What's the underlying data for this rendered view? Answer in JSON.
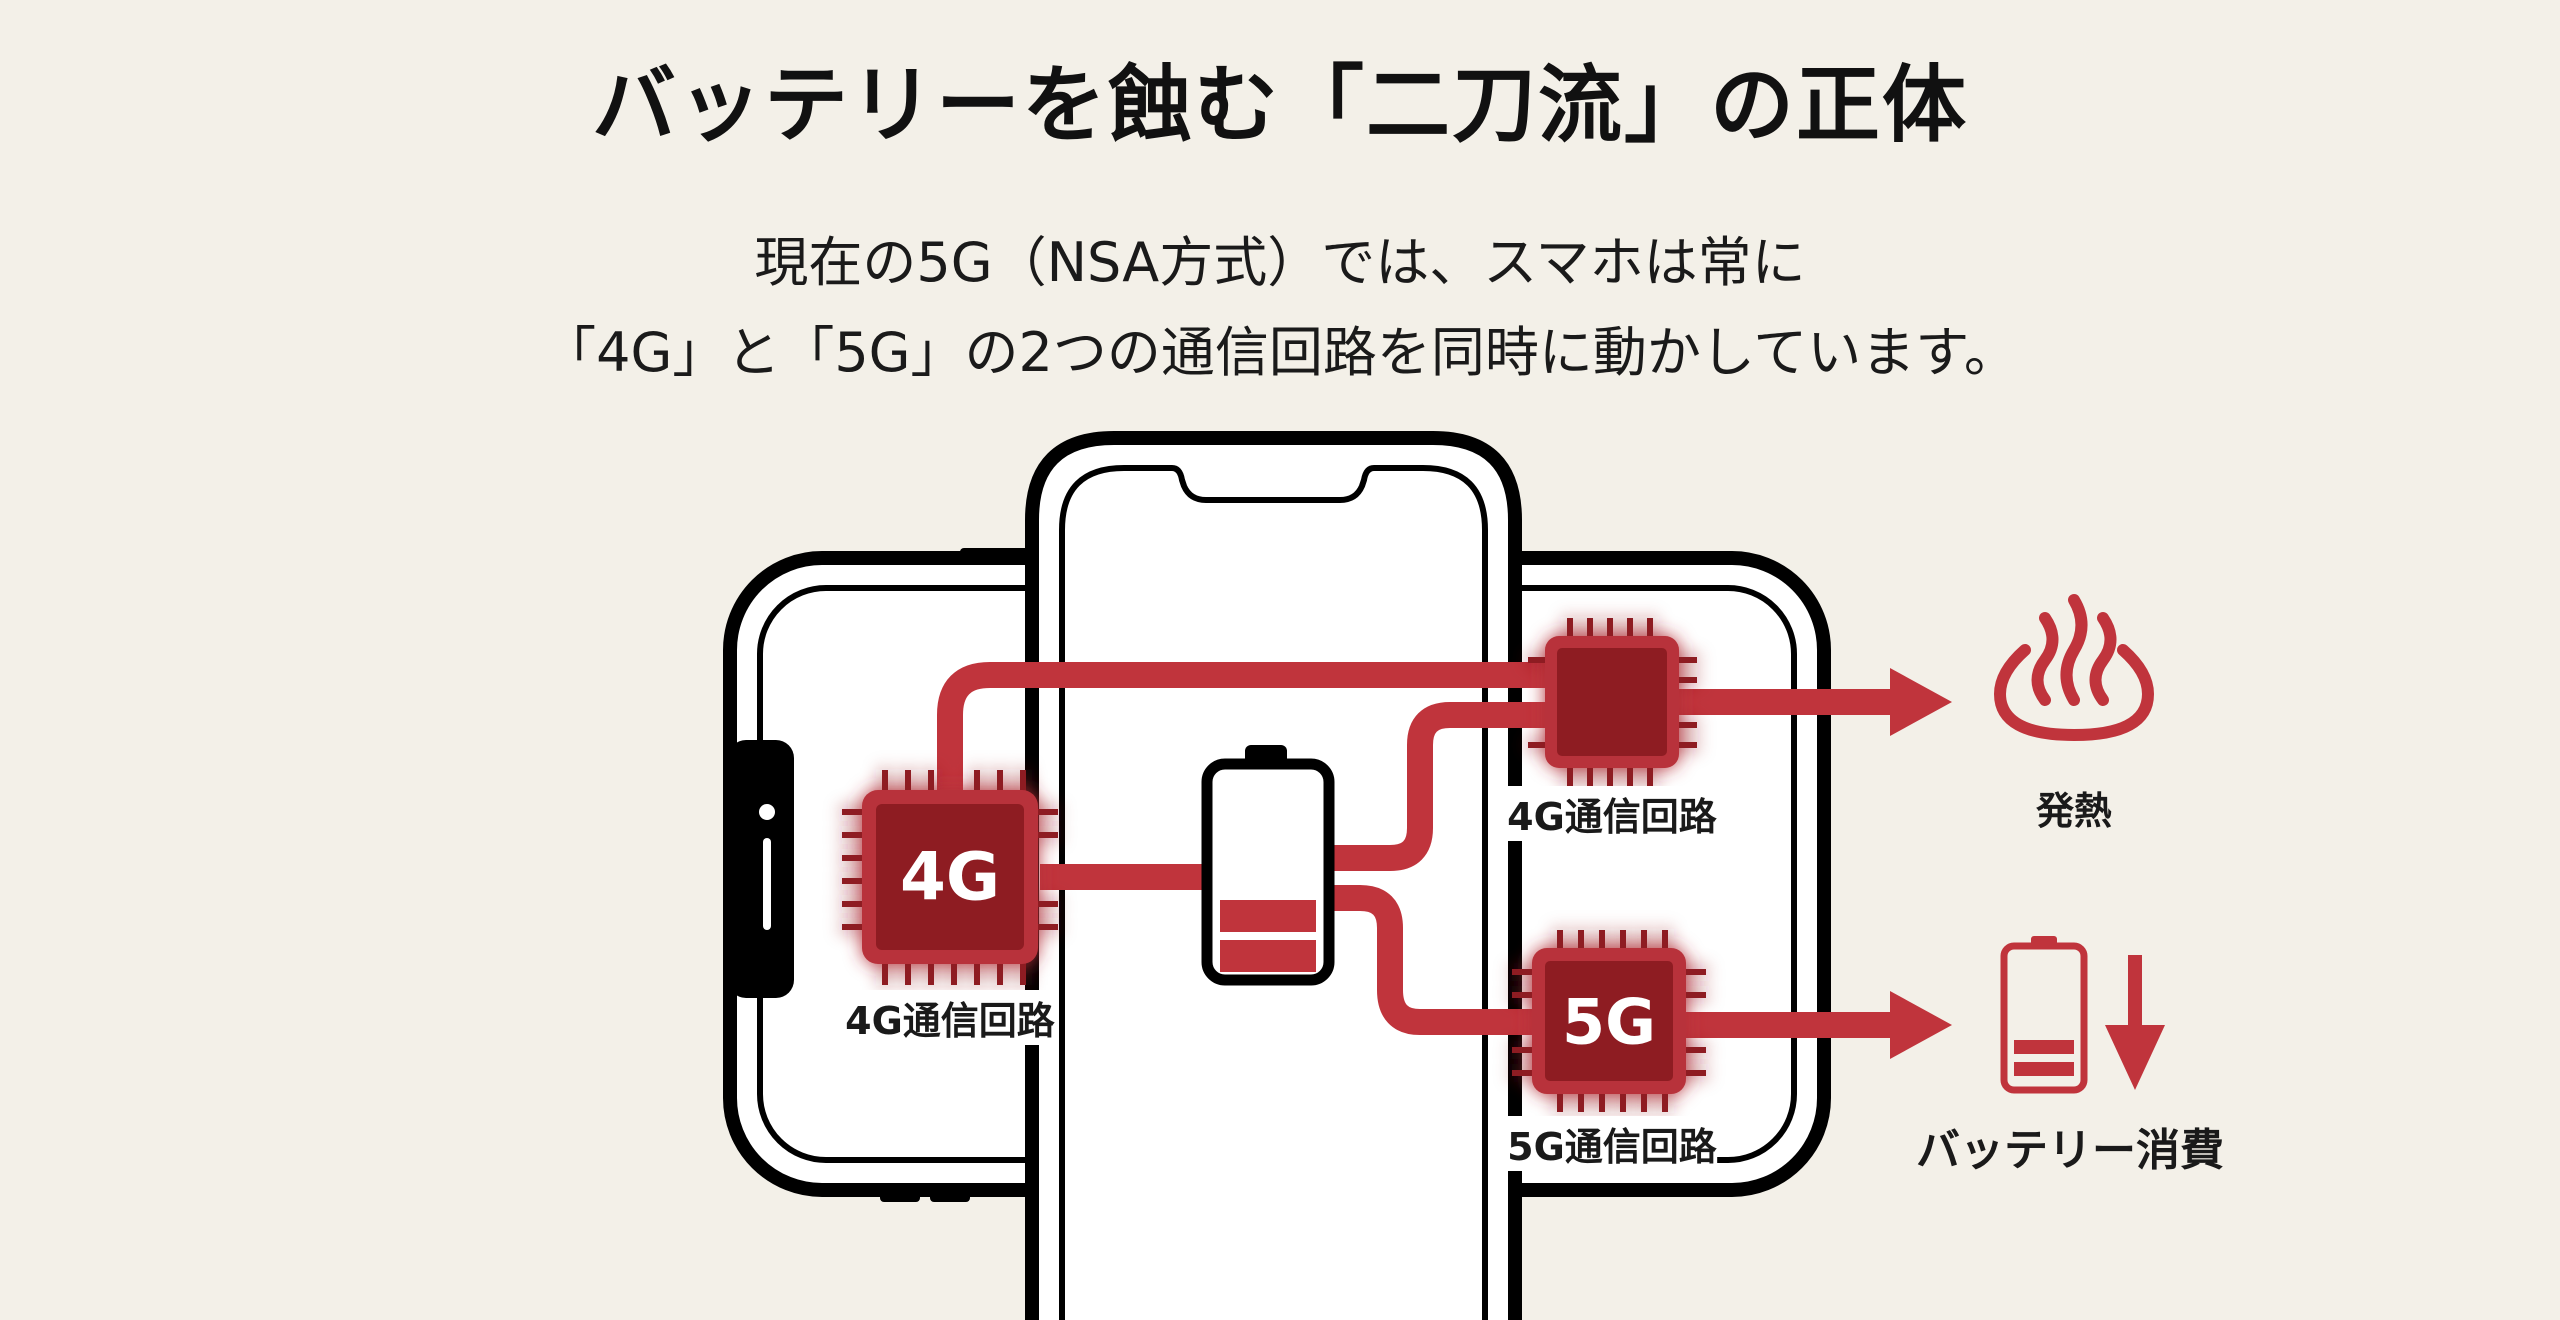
{
  "title": "バッテリーを蝕む「二刀流」の正体",
  "subtitle": {
    "line1": "現在の5G（NSA方式）では、スマホは常に",
    "line2": "「4G」と「5G」の2つの通信回路を同時に動かしています。"
  },
  "diagram": {
    "chips": [
      {
        "id": "chip-4g-main",
        "text": "4G",
        "label": "4G通信回路"
      },
      {
        "id": "chip-4g-secondary",
        "text": "",
        "label": "4G通信回路"
      },
      {
        "id": "chip-5g",
        "text": "5G",
        "label": "5G通信回路"
      }
    ],
    "center_icon": "battery-icon",
    "outcomes": [
      {
        "icon": "heat-icon",
        "label": "発熱"
      },
      {
        "icon": "battery-drain-icon",
        "label": "バッテリー消費"
      }
    ],
    "colors": {
      "accent_red": "#c0343c",
      "chip_dark": "#8e1d24",
      "chip_border": "#b8323a",
      "background": "#f3f0e8",
      "phone_outline": "#000000"
    }
  }
}
